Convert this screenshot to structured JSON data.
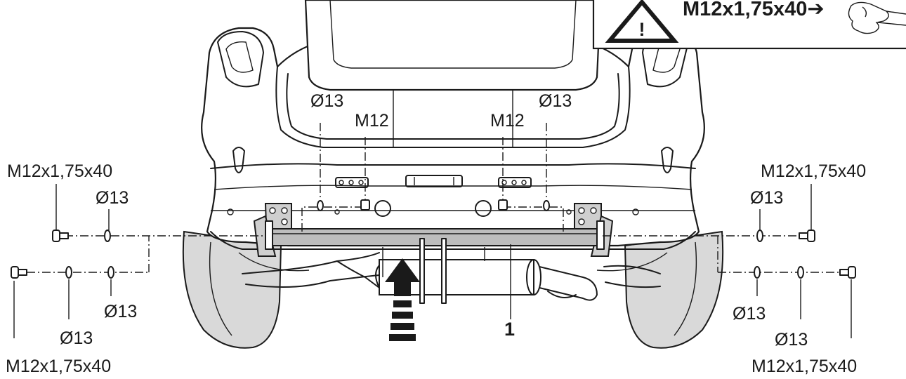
{
  "warning": {
    "text": "M12x1,75x40➔",
    "symbol": "!"
  },
  "labels": {
    "top_left_washer": "Ø13",
    "top_right_washer": "Ø13",
    "left_nut": "M12",
    "right_nut": "M12",
    "left_upper_bolt": "M12x1,75x40",
    "left_upper_washer": "Ø13",
    "left_lower_washer_inner": "Ø13",
    "left_lower_washer_outer": "Ø13",
    "left_lower_bolt": "M12x1,75x40",
    "right_upper_bolt": "M12x1,75x40",
    "right_upper_washer": "Ø13",
    "right_lower_washer_inner": "Ø13",
    "right_lower_washer_outer": "Ø13",
    "right_lower_bolt": "M12x1,75x40",
    "part_number": "1"
  },
  "colors": {
    "line": "#1a1a1a",
    "part_fill": "#bdbdbd",
    "tire_fill": "#d9d9d9"
  }
}
